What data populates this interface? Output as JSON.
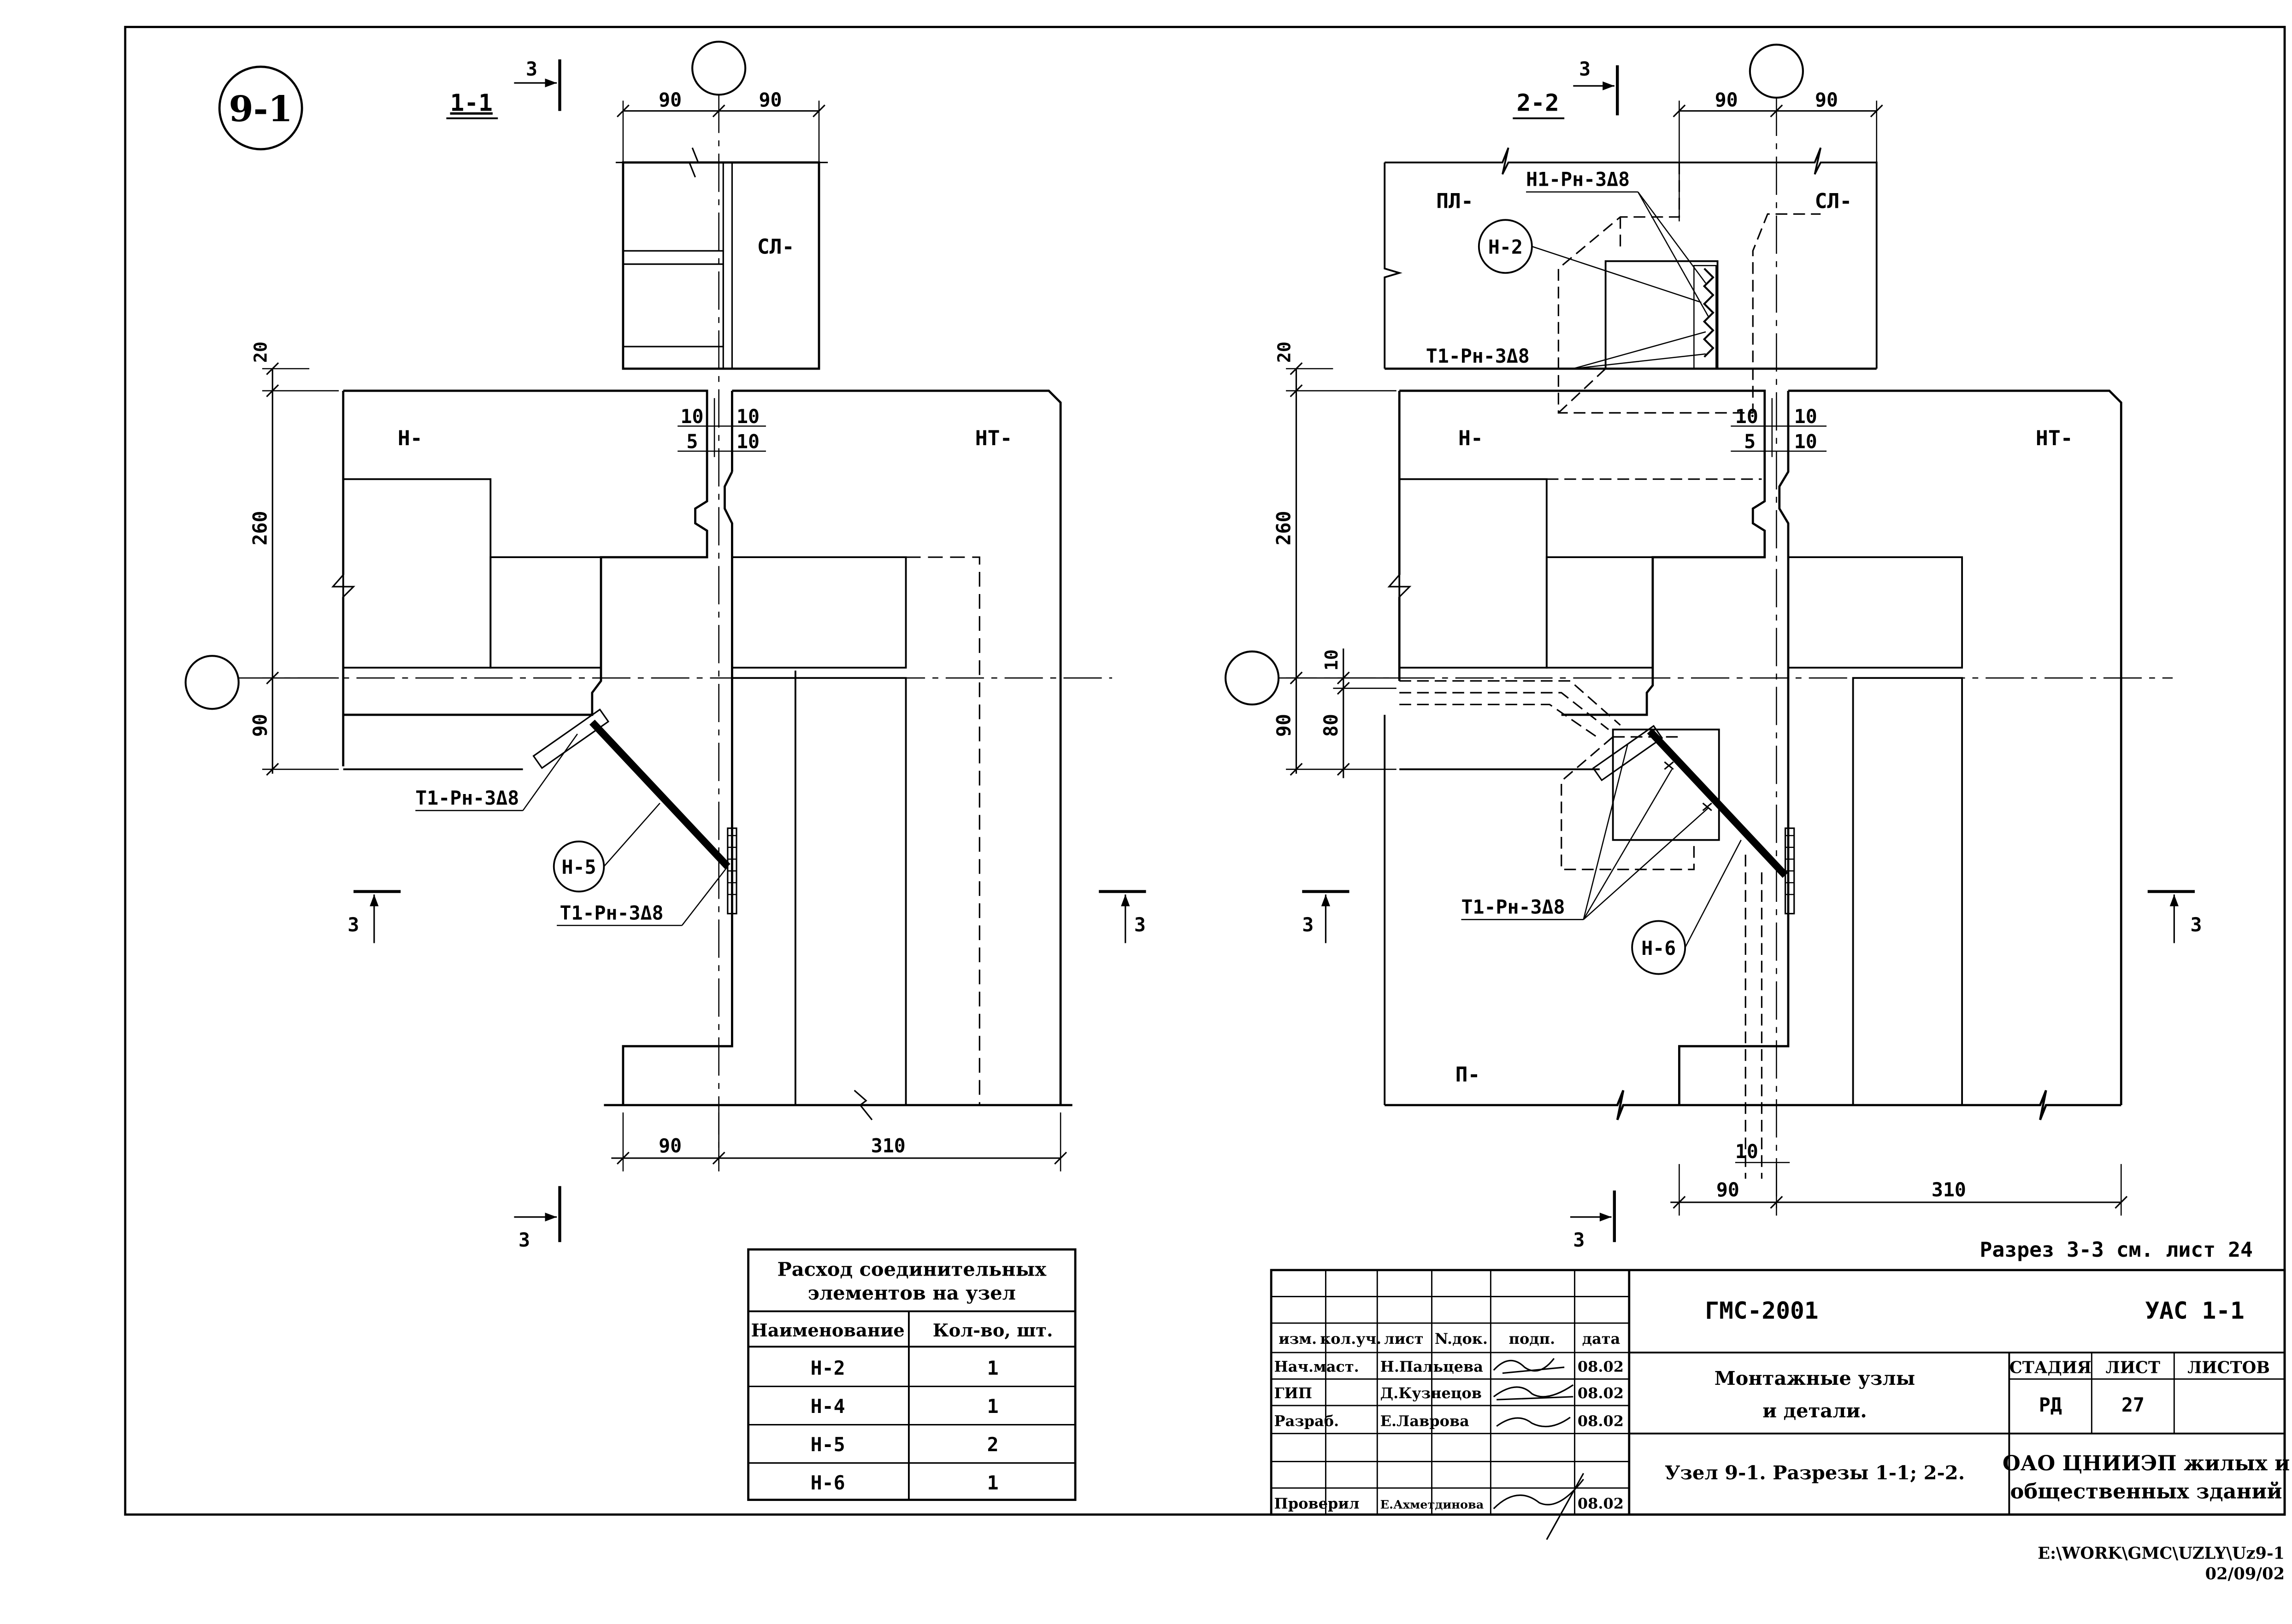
{
  "node_badge": "9-1",
  "left_view": {
    "section_label": "1-1",
    "section_marks": [
      "3",
      "3",
      "3",
      "3"
    ],
    "dims_top": [
      "90",
      "90"
    ],
    "dims_left": [
      "20",
      "260",
      "90"
    ],
    "dims_joint": [
      "10",
      "10",
      "5",
      "10"
    ],
    "dims_bottom": [
      "90",
      "310"
    ],
    "labels": {
      "slab": "СЛ-",
      "wall_left": "Н-",
      "wall_right": "НТ-"
    },
    "callouts": {
      "weld_upper": "Т1-Рн-3Δ8",
      "part": "Н-5",
      "weld_lower": "Т1-Рн-3Δ8"
    }
  },
  "right_view": {
    "section_label": "2-2",
    "section_marks": [
      "3",
      "3",
      "3",
      "3"
    ],
    "dims_top": [
      "90",
      "90"
    ],
    "dims_left": [
      "20",
      "260",
      "10",
      "90",
      "80"
    ],
    "dims_joint": [
      "10",
      "10",
      "5",
      "10"
    ],
    "dims_bottom": [
      "10",
      "90",
      "310"
    ],
    "labels": {
      "slab_left": "ПЛ-",
      "slab_right": "СЛ-",
      "wall_left": "Н-",
      "wall_right": "НТ-",
      "wall_bottom": "П-"
    },
    "callouts": {
      "weld_top": "Н1-Рн-3Δ8",
      "part_top": "Н-2",
      "weld_mid": "Т1-Рн-3Δ8",
      "weld_bottom": "Т1-Рн-3Δ8",
      "part_bottom": "Н-6"
    }
  },
  "note": "Разрез 3-3 см. лист 24",
  "consumption_table": {
    "title_line1": "Расход соединительных",
    "title_line2": "элементов на узел",
    "headers": [
      "Наименование",
      "Кол-во, шт."
    ],
    "rows": [
      [
        "Н-2",
        "1"
      ],
      [
        "Н-4",
        "1"
      ],
      [
        "Н-5",
        "2"
      ],
      [
        "Н-6",
        "1"
      ]
    ]
  },
  "title_block": {
    "project": "ГМС-2001",
    "code": "УАС 1-1",
    "col_headers": [
      "изм.",
      "кол.уч.",
      "лист",
      "N.док.",
      "подп.",
      "дата"
    ],
    "signers": [
      {
        "role": "Нач.маст.",
        "name": "Н.Пальцева",
        "date": "08.02"
      },
      {
        "role": "ГИП",
        "name": "Д.Кузнецов",
        "date": "08.02"
      },
      {
        "role": "Разраб.",
        "name": "Е.Лаврова",
        "date": "08.02"
      },
      {
        "role": "Проверил",
        "name": "Е.Ахметдинова",
        "date": "08.02"
      }
    ],
    "doc_title_line1": "Монтажные узлы",
    "doc_title_line2": "и детали.",
    "sheet_title": "Узел 9-1.  Разрезы 1-1; 2-2.",
    "stage_headers": [
      "СТАДИЯ",
      "ЛИСТ",
      "ЛИСТОВ"
    ],
    "stage": "РД",
    "sheet": "27",
    "sheets": "",
    "org_line1": "ОАО ЦНИИЭП жилых и",
    "org_line2": "общественных зданий"
  },
  "file_path": "E:\\WORK\\GMC\\UZLY\\Uz9-1",
  "file_date": "02/09/02"
}
